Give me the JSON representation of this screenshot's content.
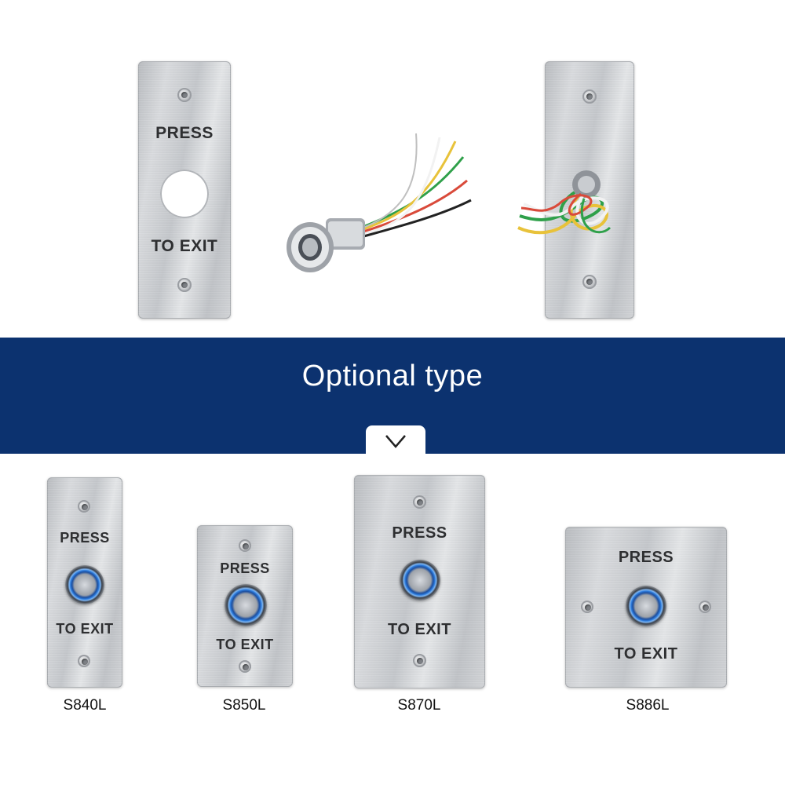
{
  "top_products": {
    "plate_press_label": "PRESS",
    "plate_exit_label": "TO EXIT"
  },
  "banner": {
    "title": "Optional type",
    "background_color": "#0c326f",
    "tab_icon": "chevron-down-icon"
  },
  "models": [
    {
      "id": "s840l",
      "press": "PRESS",
      "exit": "TO EXIT",
      "name": "S840L"
    },
    {
      "id": "s850l",
      "press": "PRESS",
      "exit": "TO EXIT",
      "name": "S850L"
    },
    {
      "id": "s870l",
      "press": "PRESS",
      "exit": "TO EXIT",
      "name": "S870L"
    },
    {
      "id": "s886l",
      "press": "PRESS",
      "exit": "TO EXIT",
      "name": "S886L"
    }
  ],
  "wire_colors": [
    "#2fa04a",
    "#d94a3a",
    "#e8c23a",
    "#f2f2f2",
    "#222222"
  ]
}
